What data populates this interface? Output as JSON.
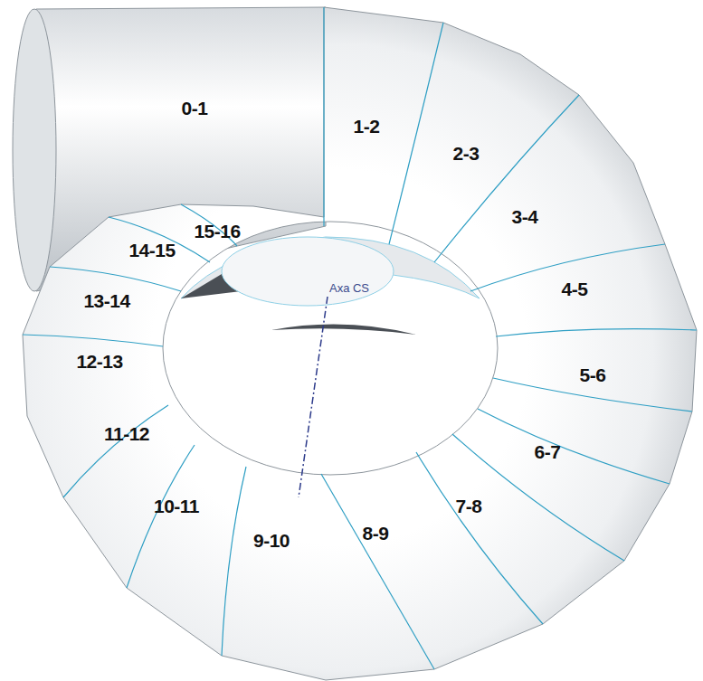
{
  "diagram": {
    "labels": [
      "0-1",
      "1-2",
      "2-3",
      "3-4",
      "4-5",
      "5-6",
      "6-7",
      "7-8",
      "8-9",
      "9-10",
      "10-11",
      "11-12",
      "12-13",
      "13-14",
      "14-15",
      "15-16",
      "Axa CS"
    ]
  }
}
